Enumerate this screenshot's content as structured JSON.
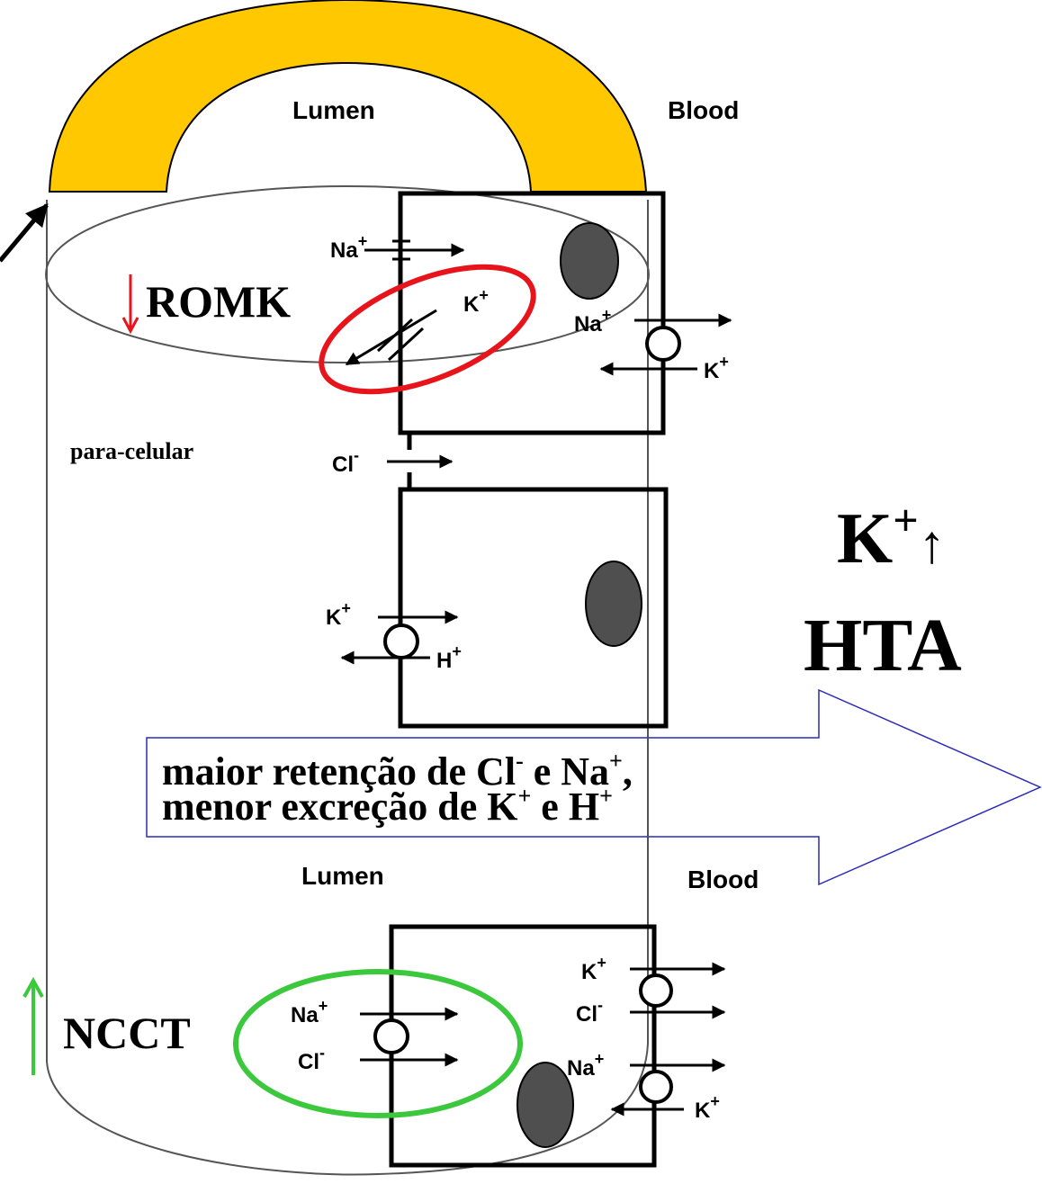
{
  "labels": {
    "lumen_top": "Lumen",
    "blood_top": "Blood",
    "lumen_bottom": "Lumen",
    "blood_bottom": "Blood",
    "para_celular": "para-celular",
    "romk": "ROMK",
    "ncct": "NCCT",
    "down_arrow_glyph": "↓",
    "up_arrow_glyph": "↑"
  },
  "ions": {
    "na": "Na",
    "k": "K",
    "cl": "Cl",
    "h": "H",
    "plus": "+",
    "minus": "-"
  },
  "result": {
    "line1": "K",
    "line1_sup": "+",
    "line1_arrow": "↑",
    "line2": "HTA"
  },
  "effect": {
    "line1_a": "maior retenção de Cl",
    "line1_sup1": "-",
    "line1_b": " e Na",
    "line1_sup2": "+",
    "line1_c": ",",
    "line2_a": "menor excreção de K",
    "line2_sup1": "+",
    "line2_b": " e H",
    "line2_sup2": "+"
  },
  "colors": {
    "tubule_fill": "#FFC800",
    "romk_highlight": "#E8141B",
    "ncct_highlight": "#3CC83C",
    "effect_arrow_border": "#2B2BB8",
    "nucleus": "#4F4F4F"
  }
}
